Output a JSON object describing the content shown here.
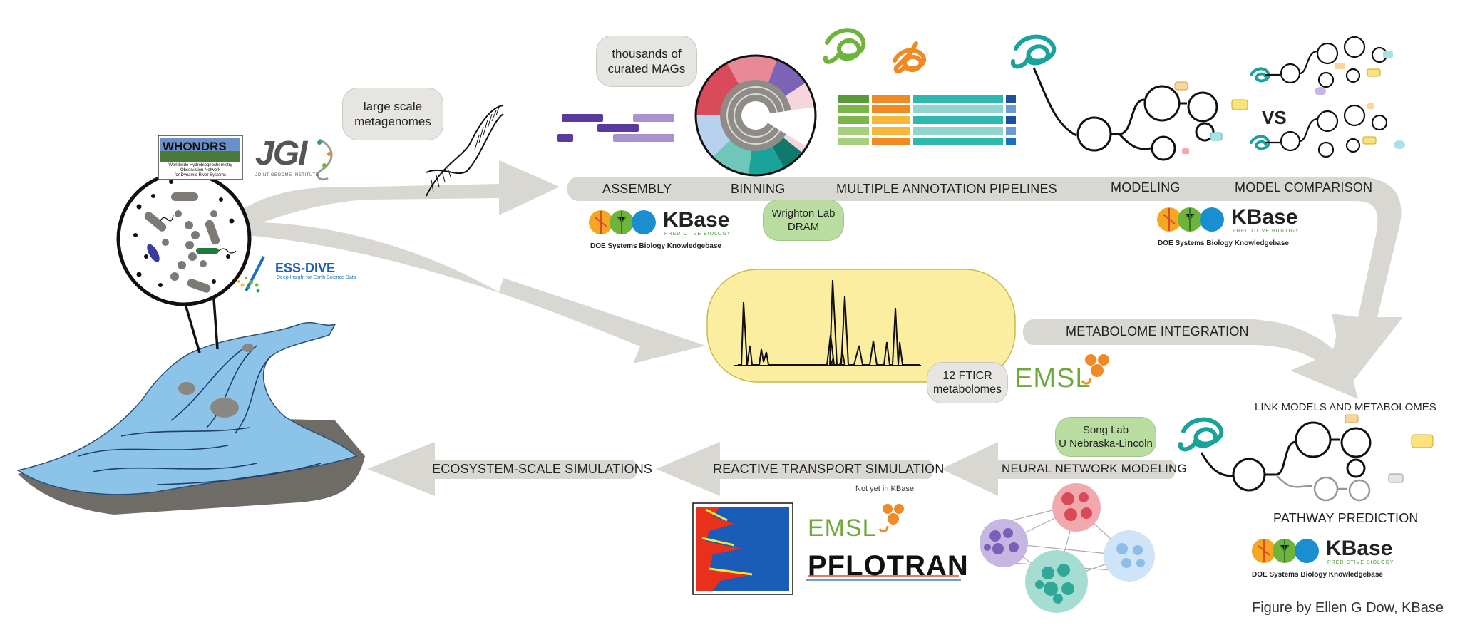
{
  "steps": {
    "assembly": "ASSEMBLY",
    "binning": "BINNING",
    "annotation": "MULTIPLE ANNOTATION PIPELINES",
    "modeling": "MODELING",
    "model_comparison": "MODEL COMPARISON",
    "metabolome_integration": "METABOLOME INTEGRATION",
    "link_models": "LINK MODELS AND METABOLOMES",
    "pathway_prediction": "PATHWAY PREDICTION",
    "neural_network": "NEURAL NETWORK MODELING",
    "reactive_transport": "REACTIVE TRANSPORT SIMULATION",
    "ecosystem": "ECOSYSTEM-SCALE SIMULATIONS"
  },
  "bubbles": {
    "metagenomes": [
      "large scale",
      "metagenomes"
    ],
    "mags": [
      "thousands of",
      "curated MAGs"
    ],
    "wrighton": [
      "Wrighton Lab",
      "DRAM"
    ],
    "fticr": [
      "12 FTICR",
      "metabolomes"
    ],
    "song": [
      "Song Lab",
      "U Nebraska-Lincoln"
    ]
  },
  "vs_label": "VS",
  "not_yet": "Not yet in KBase",
  "credit": "Figure by Ellen G Dow, KBase",
  "logos": {
    "whondrs_title": "WHONDRS",
    "whondrs_sub": [
      "Worldwide Hydrobiogeochemistry",
      "Observation Network",
      "for Dynamic River Systems"
    ],
    "jgi": "JGI",
    "jgi_sub": "JOINT GENOME INSTITUTE",
    "essdive": "ESS-DIVE",
    "essdive_sub": "Deep Insight for Earth Science Data",
    "kbase": "KBase",
    "kbase_sub": "PREDICTIVE BIOLOGY",
    "kbase_caption": "DOE Systems Biology Knowledgebase",
    "emsl": "EMSL",
    "pflotran": "PFLOTRAN"
  },
  "colors": {
    "arrow": "#d9d7d2",
    "water": "#8cc3e8",
    "rock": "#7a7772",
    "chart_bg": "#fbeea0",
    "kbase_green": "#4a9a3a",
    "emsl_green": "#6ea83a",
    "emsl_orange": "#f08a24",
    "teal": "#1aa39a",
    "purple": "#5b3a9e"
  }
}
